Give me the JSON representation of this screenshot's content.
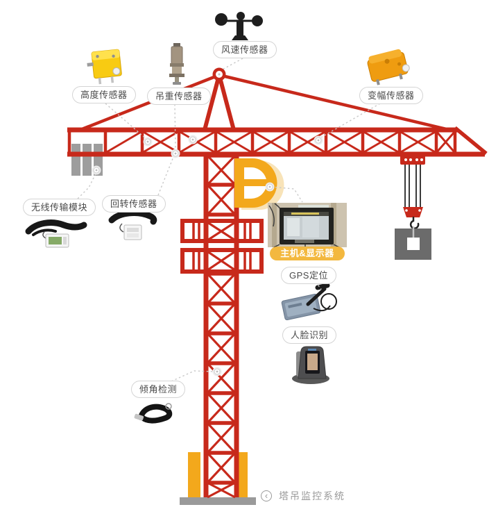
{
  "colors": {
    "crane_red": "#c7291b",
    "accent_yellow": "#f3a81c",
    "cab_shadow": "#f8e3b8",
    "counterweight_gray": "#9d9d9d",
    "load_gray": "#6b6b6b",
    "base_gray": "#9a9a9a",
    "host_label_bg": "#f3b83f",
    "pill_border": "#d4d4d4",
    "pill_text": "#4a4a4a",
    "connector_gray": "#c9c9c9",
    "footer_gray": "#9a9a9a"
  },
  "sensor_labels": {
    "wind_speed": "风速传感器",
    "height": "高度传感器",
    "hoist_load": "吊重传感器",
    "luffing": "变幅传感器",
    "wireless_module": "无线传输模块",
    "slewing": "回转传感器",
    "host_display": "主机&显示器",
    "gps": "GPS定位",
    "face_recognition": "人脸识别",
    "tilt_detection": "倾角检测"
  },
  "footer": {
    "back_glyph": "‹",
    "system_title": "塔吊监控系统"
  }
}
